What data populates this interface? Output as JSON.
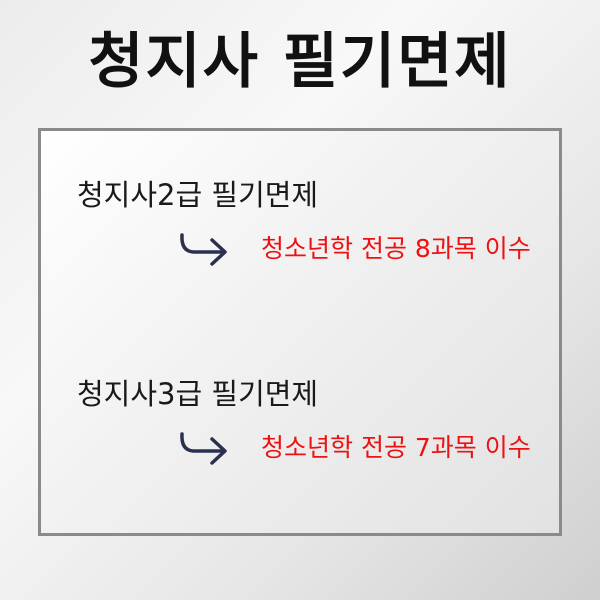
{
  "title": "청지사 필기면제",
  "entries": [
    {
      "grade": "청지사2급 필기면제",
      "requirement": "청소년학 전공 8과목 이수",
      "icon": "arrow-right-icon"
    },
    {
      "grade": "청지사3급 필기면제",
      "requirement": "청소년학 전공 7과목 이수",
      "icon": "arrow-right-icon"
    }
  ],
  "colors": {
    "title": "#111111",
    "label": "#1a1a1a",
    "requirement": "#ee1111",
    "arrow": "#2a3150",
    "border": "#8a8a8a"
  }
}
